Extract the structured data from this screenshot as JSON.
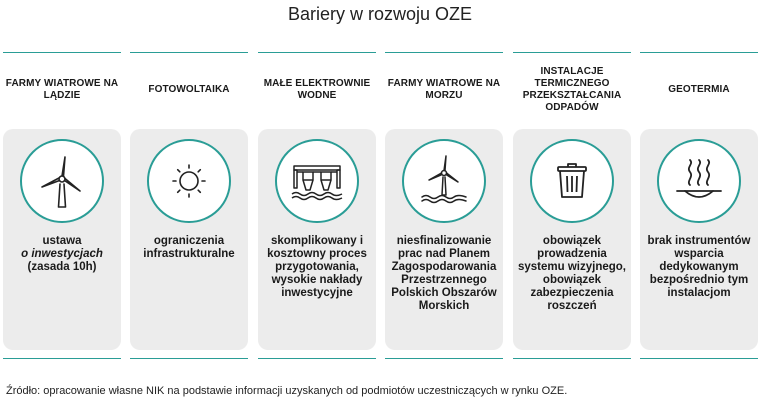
{
  "title": "Bariery w rozwoju OZE",
  "source": "Źródło: opracowanie własne NIK na podstawie informacji uzyskanych od podmiotów uczestniczących w rynku OZE.",
  "accent_color": "#2a9d96",
  "columns": [
    {
      "heading": "FARMY WIATROWE NA LĄDZIE",
      "icon": "wind-turbine-icon",
      "text_1": "ustawa",
      "text_2": "o inwestycjach",
      "text_3": "(zasada 10h)"
    },
    {
      "heading": "FOTOWOLTAIKA",
      "icon": "sun-icon",
      "text": "ograniczenia infrastrukturalne"
    },
    {
      "heading": "MAŁE ELEKTROWNIE WODNE",
      "icon": "dam-icon",
      "text": "skomplikowany i kosztowny proces przygotowania, wysokie nakłady inwestycyjne"
    },
    {
      "heading": "FARMY WIATROWE NA MORZU",
      "icon": "offshore-wind-turbine-icon",
      "text": "niesfinalizowanie prac nad Planem Zagospodarowania Przestrzennego Polskich Obszarów Morskich"
    },
    {
      "heading": "INSTALACJE TERMICZNEGO PRZEKSZTAŁCANIA ODPADÓW",
      "icon": "trash-bin-icon",
      "text": "obowiązek prowadzenia systemu wizyjnego, obowiązek zabezpieczenia roszczeń"
    },
    {
      "heading": "GEOTERMIA",
      "icon": "geothermal-heat-icon",
      "text": "brak instrumentów wsparcia dedykowanym bezpośrednio tym instalacjom"
    }
  ]
}
